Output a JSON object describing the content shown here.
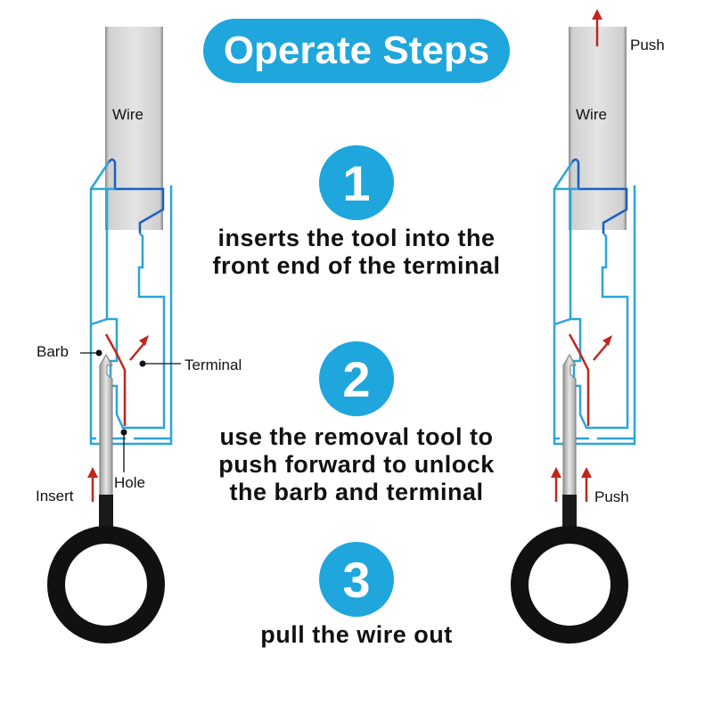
{
  "title": "Operate Steps",
  "steps": [
    {
      "number": "1",
      "text_lines": [
        "inserts the tool into the",
        "front end of the terminal"
      ]
    },
    {
      "number": "2",
      "text_lines": [
        "use the removal tool to",
        "push forward to unlock",
        "the barb and terminal"
      ]
    },
    {
      "number": "3",
      "text_lines": [
        "pull the wire out"
      ]
    }
  ],
  "left_diagram": {
    "wire": "Wire",
    "barb": "Barb",
    "terminal": "Terminal",
    "hole": "Hole",
    "insert": "Insert"
  },
  "right_diagram": {
    "wire": "Wire",
    "push_top": "Push",
    "push_bottom": "Push"
  },
  "colors": {
    "accent": "#1ea6dd",
    "arrow": "#c0261c",
    "housing": "#2aa5d8"
  }
}
